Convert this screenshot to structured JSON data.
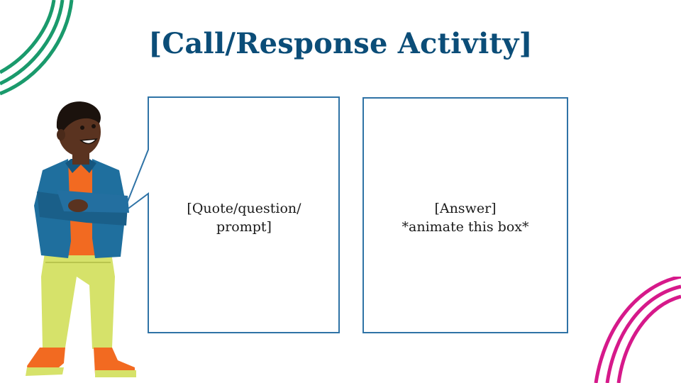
{
  "slide": {
    "title": "[Call/Response Activity]",
    "quote_box": {
      "lines": [
        "[Quote/question/",
        "prompt]"
      ]
    },
    "answer_box": {
      "lines": [
        "[Answer]",
        "*animate this box*"
      ]
    }
  },
  "colors": {
    "title": "#0b4d78",
    "box_border": "#2f73a6",
    "deco_green": "#1a9a6c",
    "deco_magenta": "#d6198a",
    "jacket": "#1f6f9e",
    "shirt": "#f26a21",
    "pants": "#d6e26a",
    "skin": "#5a3320"
  },
  "icons": {
    "top_left_decoration": "green-arc-lines",
    "bottom_right_decoration": "magenta-arc-lines",
    "character": "person-illustration"
  }
}
